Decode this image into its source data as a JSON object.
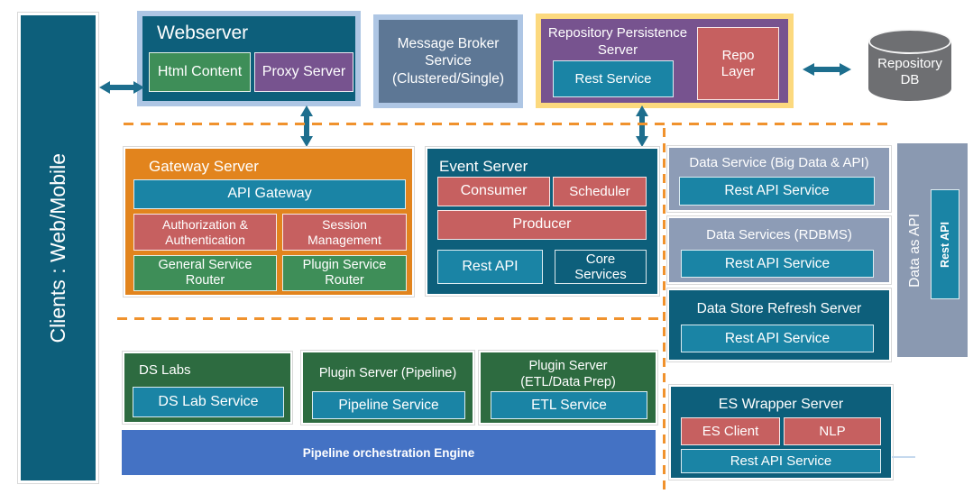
{
  "sidebar": {
    "label": "Clients : Web/Mobile"
  },
  "webserver": {
    "title": "Webserver",
    "html_content": "Html Content",
    "proxy_server": "Proxy Server"
  },
  "message_broker": {
    "label": "Message Broker Service (Clustered/Single)"
  },
  "repository_persistence": {
    "title": "Repository Persistence Server",
    "rest_service": "Rest Service",
    "repo_layer": "Repo Layer"
  },
  "repository_db": {
    "label": "Repository DB"
  },
  "gateway_server": {
    "title": "Gateway Server",
    "api_gateway": "API Gateway",
    "authorization": "Authorization & Authentication",
    "session": "Session Management",
    "general_router": "General Service Router",
    "plugin_router": "Plugin Service Router"
  },
  "event_server": {
    "title": "Event Server",
    "consumer": "Consumer",
    "scheduler": "Scheduler",
    "producer": "Producer",
    "rest_api": "Rest API",
    "core_services": "Core Services"
  },
  "data_service_bigdata": {
    "title": "Data Service (Big Data & API)",
    "service": "Rest API Service"
  },
  "data_service_rdbms": {
    "title": "Data Services (RDBMS)",
    "service": "Rest API Service"
  },
  "data_store_refresh": {
    "title": "Data Store Refresh Server",
    "service": "Rest API Service"
  },
  "data_as_api": {
    "label": "Data as API",
    "rest_api": "Rest API"
  },
  "es_wrapper": {
    "title": "ES Wrapper Server",
    "es_client": "ES Client",
    "nlp": "NLP",
    "service": "Rest API Service"
  },
  "ds_labs": {
    "title": "DS Labs",
    "service": "DS Lab Service"
  },
  "plugin_pipeline": {
    "title": "Plugin Server (Pipeline)",
    "service": "Pipeline Service"
  },
  "plugin_etl": {
    "title": "Plugin Server (ETL/Data Prep)",
    "service": "ETL Service"
  },
  "pipeline_engine": {
    "label": "Pipeline orchestration Engine"
  },
  "colors": {
    "teal_dark": "#0d5f7b",
    "teal": "#1a84a5",
    "green": "#3e8e58",
    "green_dark": "#2d6b40",
    "purple": "#77538f",
    "red": "#c66060",
    "orange": "#e2841d",
    "slate": "#5d7795",
    "slate_light": "#8d9cb6",
    "slate_bar": "#8a99b1",
    "blue": "#4472c4",
    "gray_db": "#6e6f72",
    "border_light_blue": "#aec6e4",
    "border_yellow": "#fcd97e",
    "arrow": "#1d6e8e",
    "dash_orange": "#f0922d"
  }
}
